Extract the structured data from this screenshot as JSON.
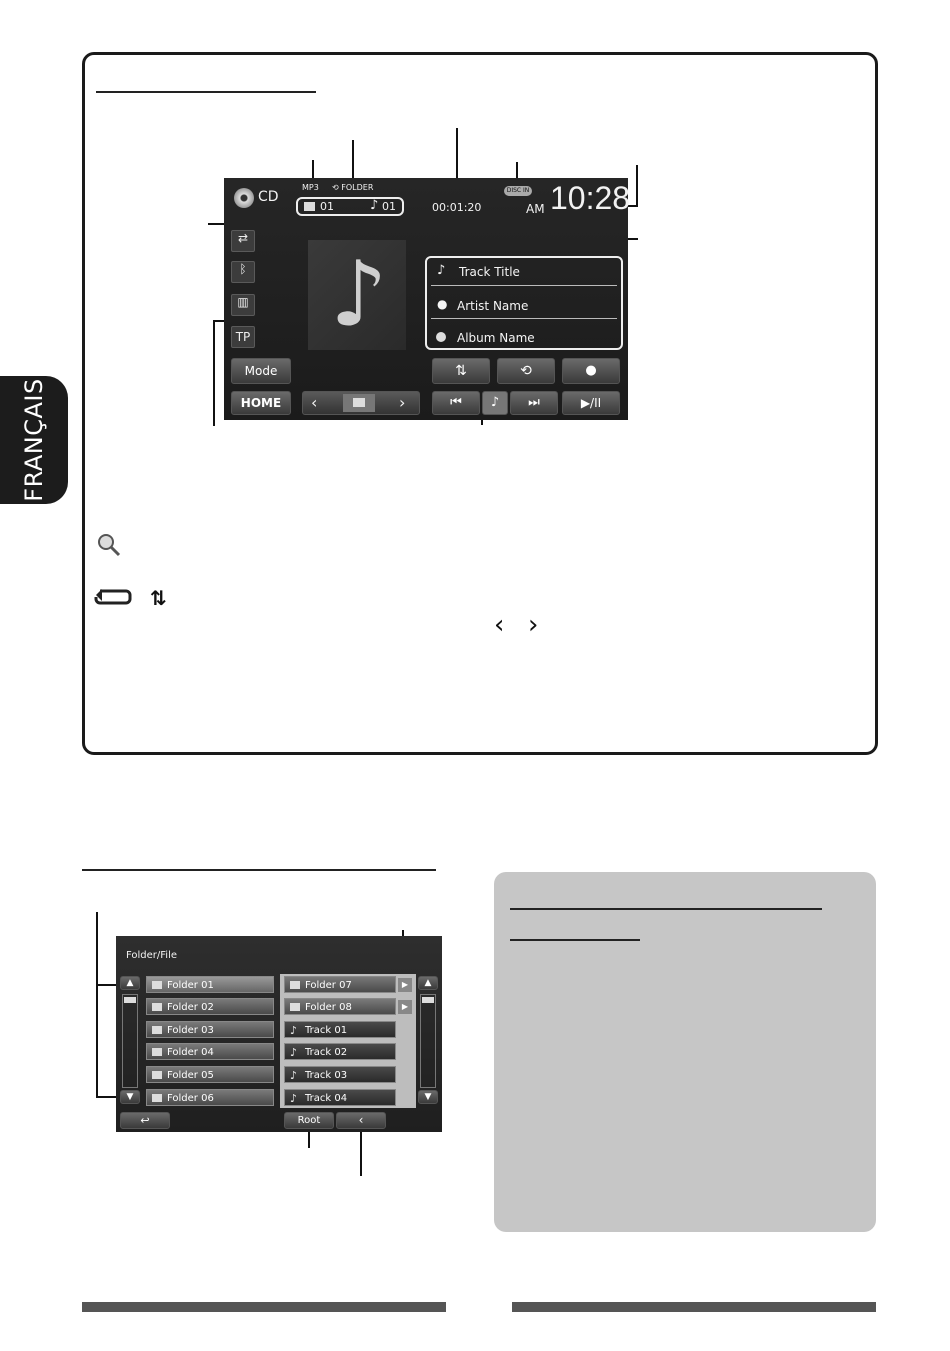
{
  "side_tab": {
    "label": "FRANÇAIS"
  },
  "screen": {
    "source_label": "CD",
    "format_label": "MP3",
    "repeat_label": "FOLDER",
    "folder_number": "01",
    "track_number": "01",
    "play_time": "00:01:20",
    "indicator_label": "DISC IN",
    "ampm": "AM",
    "clock": "10:28",
    "side_buttons": [
      "TP"
    ],
    "info": {
      "title": "Track Title",
      "artist": "Artist Name",
      "album": "Album Name"
    },
    "buttons": {
      "mode": "Mode",
      "home": "HOME"
    }
  },
  "folder_screen": {
    "title": "Folder/File",
    "left_items": [
      "Folder 01",
      "Folder 02",
      "Folder 03",
      "Folder 04",
      "Folder 05",
      "Folder 06"
    ],
    "right_folders": [
      "Folder 07",
      "Folder 08"
    ],
    "right_tracks": [
      "Track 01",
      "Track 02",
      "Track 03",
      "Track 04"
    ],
    "root_button": "Root"
  },
  "colors": {
    "screen_bg": "#222222",
    "grey_box": "#c6c6c6",
    "frame": "#1a1a1a"
  }
}
